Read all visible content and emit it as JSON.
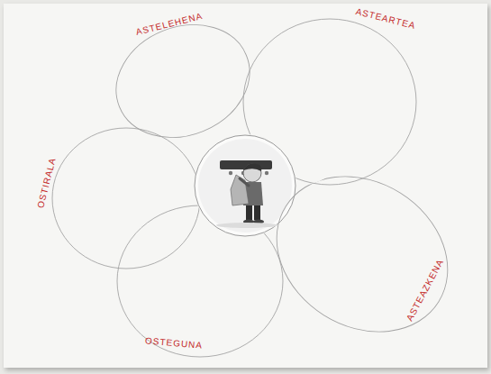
{
  "diagram": {
    "nodes": [
      {
        "text": [
          "ASTELEHENA"
        ]
      },
      {
        "text": [
          "ASTEARTEA"
        ]
      },
      {
        "text": [
          "ASTEAZKENA"
        ]
      },
      {
        "text": [
          "OSTEGUNA"
        ]
      },
      {
        "text": [
          "OSTIRALA"
        ]
      }
    ]
  }
}
